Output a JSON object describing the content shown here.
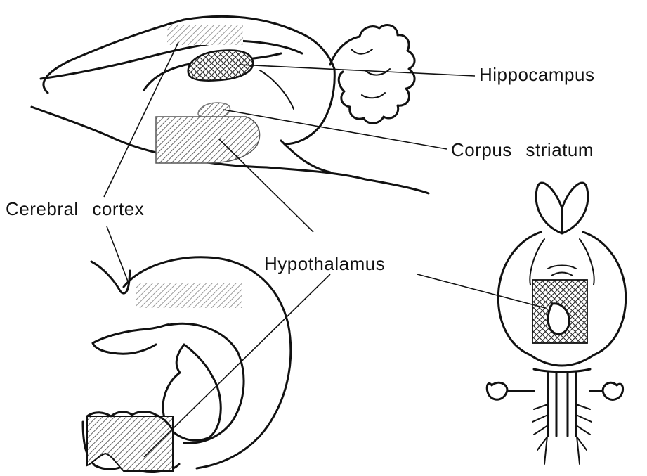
{
  "labels": {
    "hippocampus": "Hippocampus",
    "corpus_striatum": "Corpus striatum",
    "cerebral_cortex": "Cerebral cortex",
    "hypothalamus": "Hypothalamus"
  },
  "colors": {
    "ink": "#111111",
    "hatch_light": "#9a9a9a",
    "hatch_dark": "#222222",
    "background": "#ffffff"
  }
}
